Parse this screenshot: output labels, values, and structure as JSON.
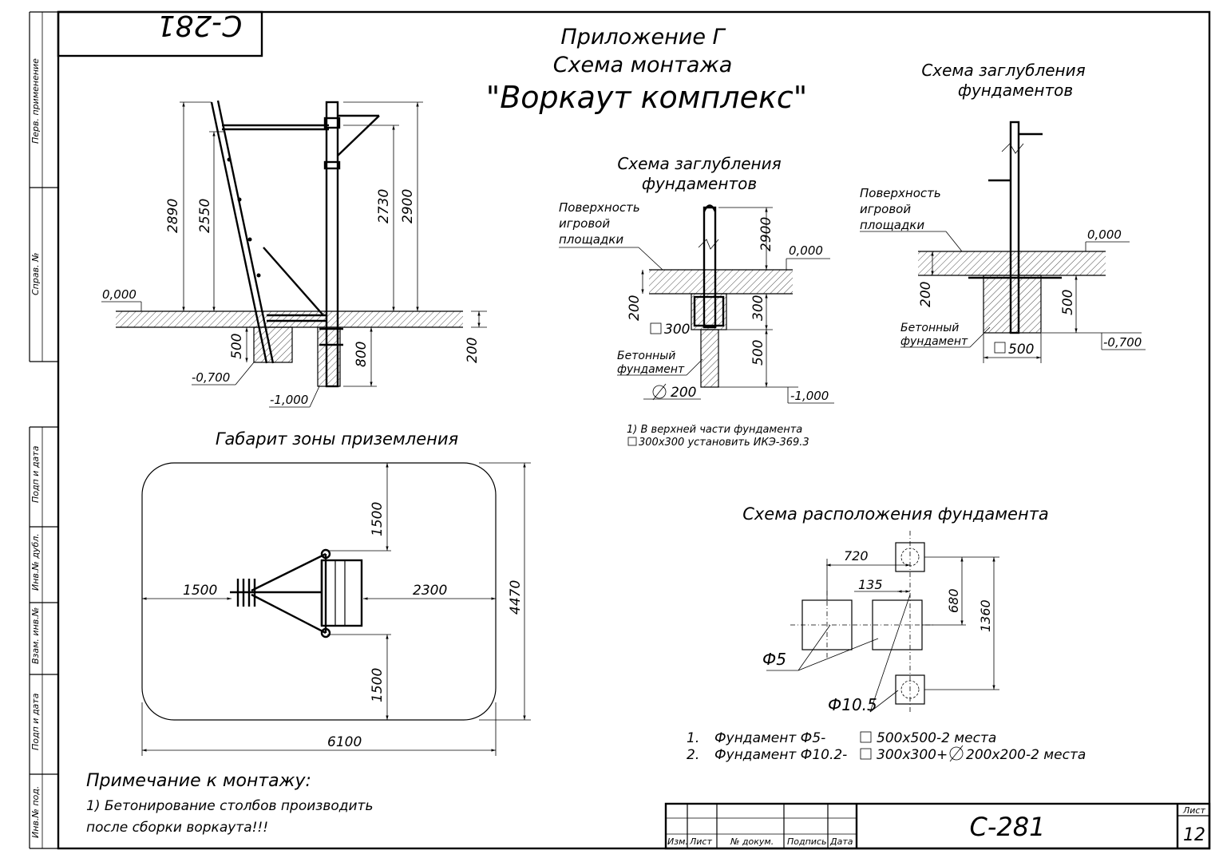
{
  "stamp": {
    "code_rotated": "С-281",
    "code": "С-281",
    "sheet_label": "Лист",
    "sheet_no": "12",
    "cols": {
      "izm": "Изм.",
      "list": "Лист",
      "doc": "№ докум.",
      "sign": "Подпись",
      "date": "Дата"
    }
  },
  "side_labels": {
    "perv": "Перв. применение",
    "sprav": "Справ. №",
    "podp1": "Подп и дата",
    "inv_dubl": "Инв.№ дубл.",
    "vzam": "Взам. инв.№",
    "podp2": "Подп и дата",
    "inv_pod": "Инв.№ под."
  },
  "header": {
    "line1": "Приложение Г",
    "line2": "Схема монтажа",
    "line3": "\"Воркаут комплекс\""
  },
  "elevation": {
    "dims": [
      "2890",
      "2550",
      "2730",
      "2900",
      "500",
      "800",
      "200"
    ],
    "levels": [
      "0,000",
      "-0,700",
      "-1,000"
    ]
  },
  "depth1": {
    "title1": "Схема заглубления",
    "title2": "фундаментов",
    "surface": [
      "Поверхность",
      "игровой",
      "площадки"
    ],
    "level0": "0,000",
    "dim_2900": "2900",
    "dim_200": "200",
    "dim_300": "300",
    "dim_500": "500",
    "sq_300": "300",
    "concrete": [
      "Бетонный",
      "фундамент"
    ],
    "dia_200": "200",
    "level_m1": "-1,000",
    "note1": "1) В верхней части фундамента",
    "note2": "300х300 установить ИКЭ-369.3"
  },
  "depth2": {
    "title1": "Схема заглубления",
    "title2": "фундаментов",
    "surface": [
      "Поверхность",
      "игровой",
      "площадки"
    ],
    "level0": "0,000",
    "dim_200": "200",
    "dim_500": "500",
    "concrete": [
      "Бетонный",
      "фундамент"
    ],
    "sq_500": "500",
    "level_m07": "-0,700"
  },
  "zone": {
    "title": "Габарит зоны приземления",
    "d1500_top": "1500",
    "d1500_left": "1500",
    "d2300": "2300",
    "d1500_bot": "1500",
    "d4470": "4470",
    "d6100": "6100"
  },
  "layout": {
    "title": "Схема расположения фундамента",
    "d720": "720",
    "d135": "135",
    "d680": "680",
    "d1360": "1360",
    "phi5": "Ф5",
    "phi10": "Ф10.5",
    "item1_num": "1.",
    "item1": "Фундамент Ф5-",
    "item1b": "500х500-2 места",
    "item2_num": "2.",
    "item2": "Фундамент Ф10.2-",
    "item2b": "300х300+",
    "item2c": "200х200-2 места"
  },
  "notes": {
    "title": "Примечание к монтажу:",
    "line1": "1) Бетонирование столбов производить",
    "line2": "после сборки воркаута!!!"
  }
}
